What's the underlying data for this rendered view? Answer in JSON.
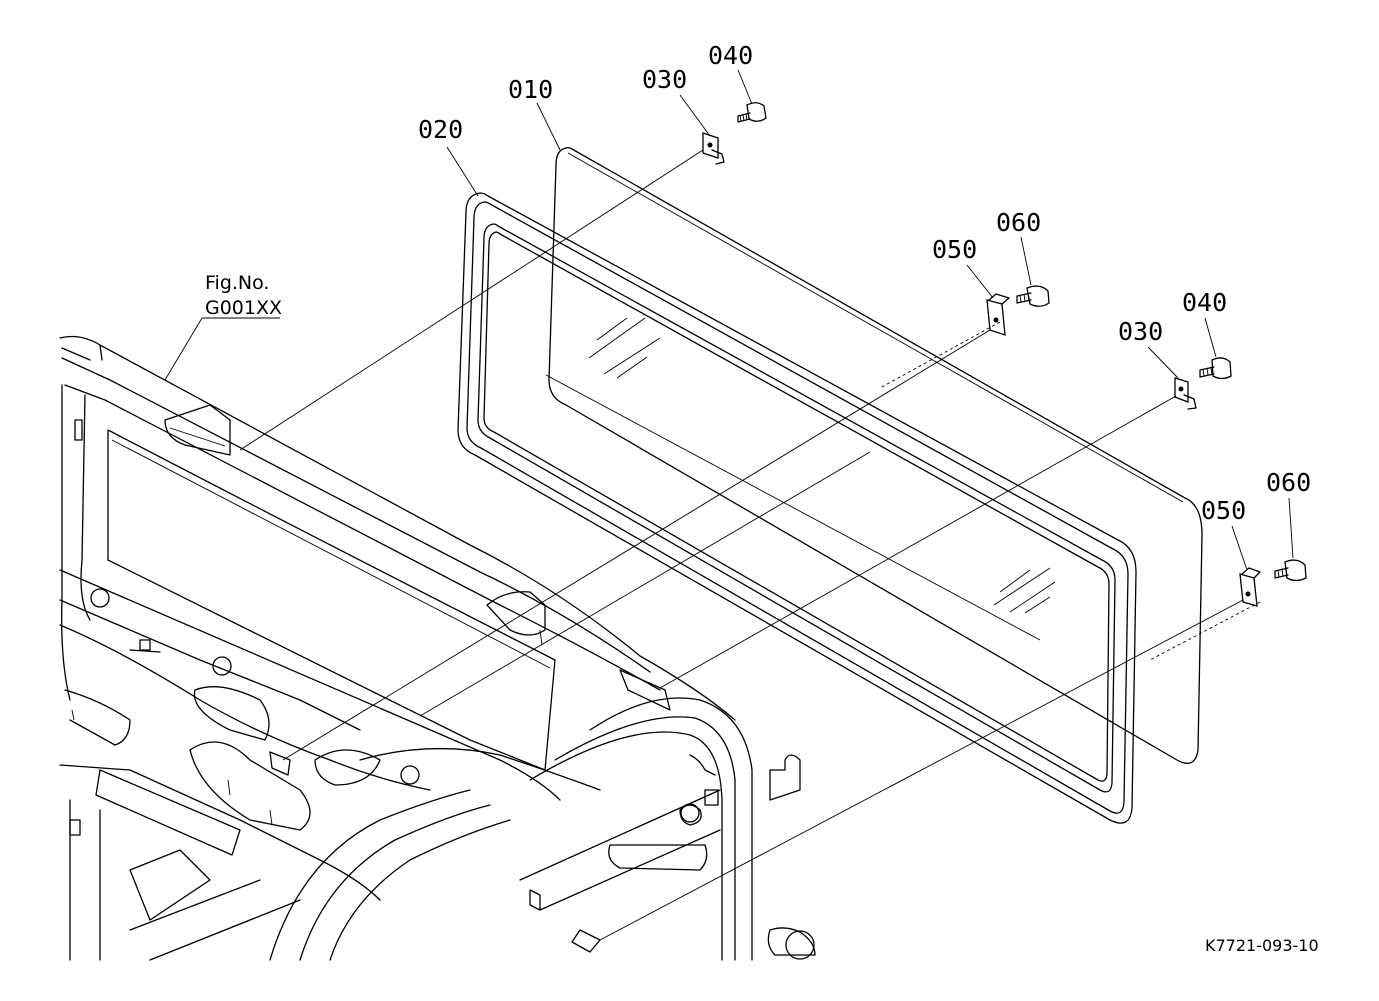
{
  "figure": {
    "fig_no_label": "Fig.No.",
    "fig_no_value": "G001XX",
    "drawing_code": "K7721-093-10"
  },
  "callouts": {
    "p010": "010",
    "p020": "020",
    "p030_top": "030",
    "p040_top": "040",
    "p050_mid": "050",
    "p060_mid": "060",
    "p030_mid": "030",
    "p040_mid": "040",
    "p050_low": "050",
    "p060_low": "060"
  }
}
